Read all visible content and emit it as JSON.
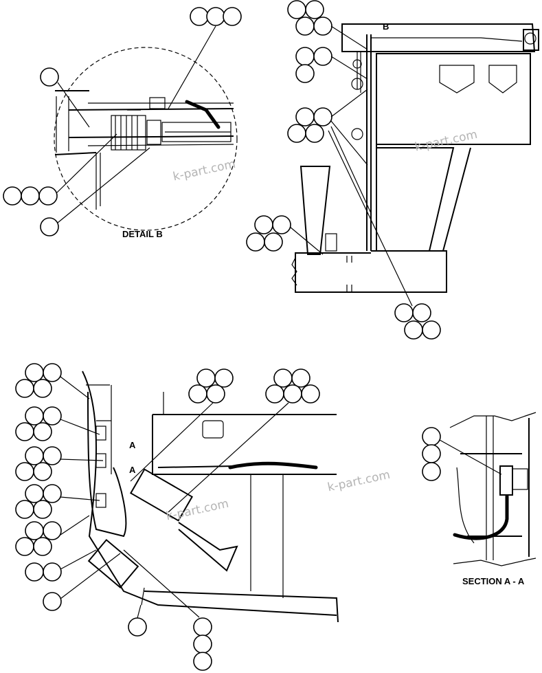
{
  "labels": {
    "detail_b": "DETAIL B",
    "section_a": "SECTION A - A",
    "marker_b": "B",
    "marker_a1": "A",
    "marker_a2": "A"
  },
  "watermark": "k-part.com",
  "colors": {
    "line": "#000000",
    "watermark": "#b4b4b4",
    "background": "#ffffff"
  }
}
